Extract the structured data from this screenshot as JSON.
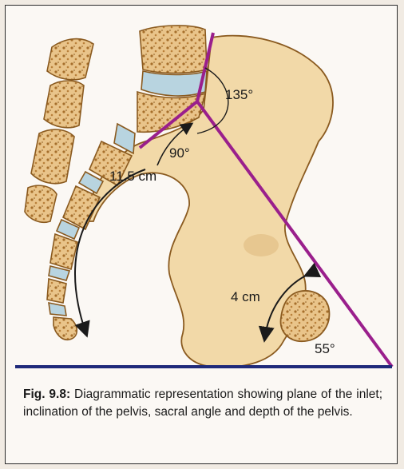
{
  "figure": {
    "angle_sacral": "135°",
    "angle_right": "90°",
    "distance_conjugate": "11.5 cm",
    "distance_depth": "4 cm",
    "angle_inclination": "55°",
    "colors": {
      "bone": "#f2d9a8",
      "bone_outline": "#8a5a1f",
      "disc": "#b8d4e0",
      "plane_line": "#9a1f8c",
      "horizontal_line": "#1f2a7a",
      "arrow": "#1a1a1a"
    }
  },
  "caption": {
    "label": "Fig. 9.8:",
    "text": "Diagrammatic representation showing plane of the inlet; inclination of the pelvis, sacral angle and depth of the pelvis."
  }
}
